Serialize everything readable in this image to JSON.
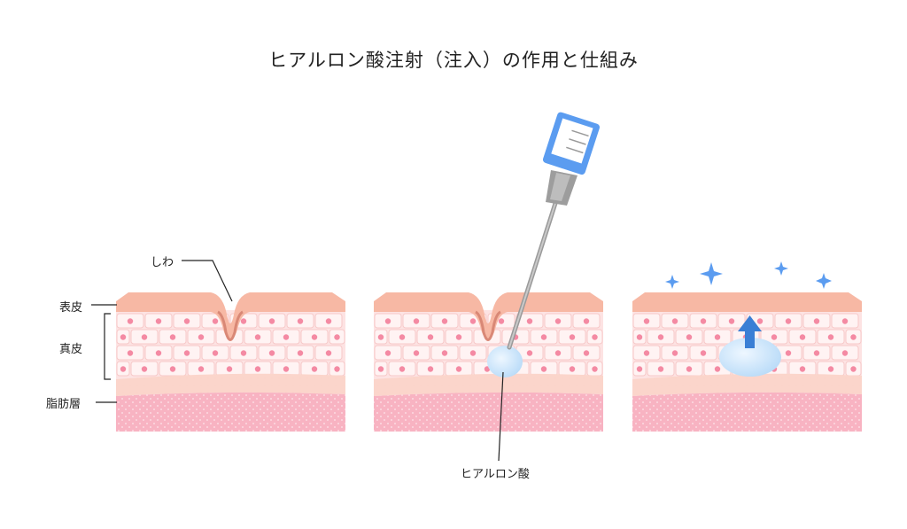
{
  "title": "ヒアルロン酸注射（注入）の作用と仕組み",
  "labels": {
    "wrinkle": "しわ",
    "epidermis": "表皮",
    "dermis": "真皮",
    "fat_layer": "脂肪層",
    "hyaluronic_acid": "ヒアルロン酸"
  },
  "colors": {
    "epidermis": "#f7b8a4",
    "dermis": "#fde3e3",
    "cell_border": "#f7c9c9",
    "nucleus": "#f48aa3",
    "fat": "#f8b3c2",
    "hyaluronic": "#cfe6fb",
    "syringe_blue": "#5b9cf0",
    "sparkle": "#5b9cf0",
    "arrow": "#3a7fd5"
  }
}
